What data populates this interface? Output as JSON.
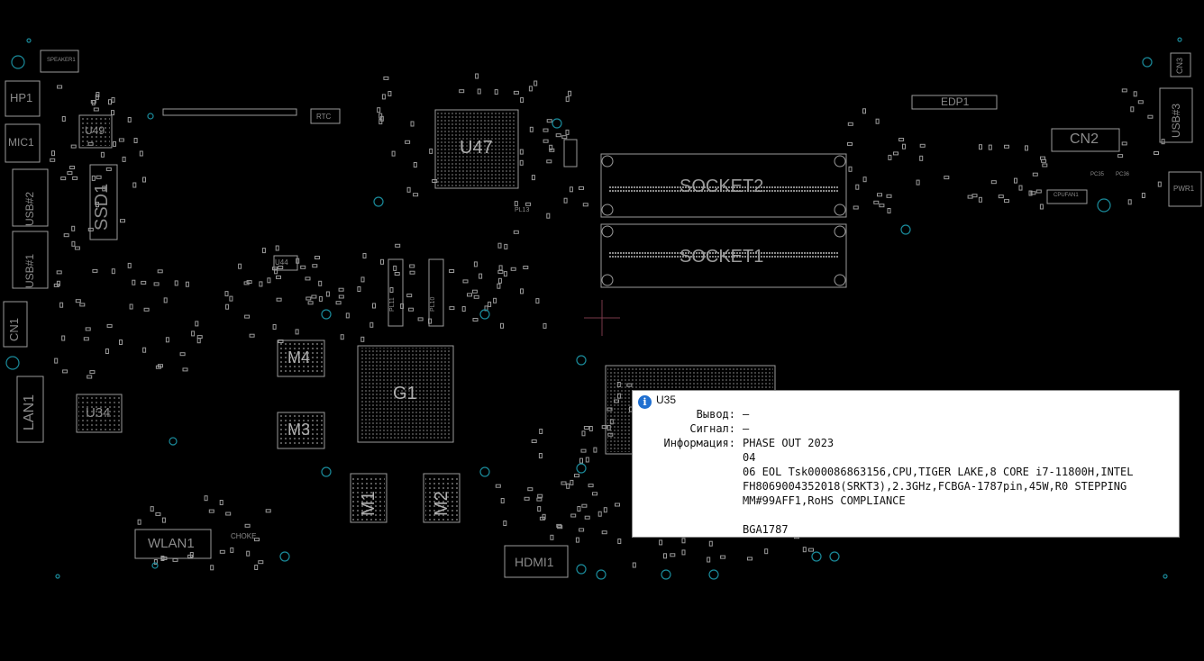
{
  "board": {
    "labels": {
      "speaker1": "SPEAKER1",
      "hp1": "HP1",
      "mic1": "MIC1",
      "u49": "U49",
      "usb2": "USB#2",
      "ssd1": "SSD1",
      "usb1": "USB#1",
      "cn1": "CN1",
      "lan1": "LAN1",
      "u34": "U34",
      "wlan1": "WLAN1",
      "choke": "CHOKE",
      "rtc": "RTC",
      "u47": "U47",
      "u44": "U44",
      "m4": "M4",
      "g1": "G1",
      "m3": "M3",
      "m1": "M1",
      "m2": "M2",
      "hdmi1": "HDMI1",
      "socket2": "SOCKET2",
      "socket1": "SOCKET1",
      "edp1": "EDP1",
      "cn2": "CN2",
      "cn3": "CN3",
      "usb3": "USB#3",
      "pwr1": "PWR1",
      "cpufan1": "CPUFAN1",
      "pl13": "PL13",
      "pl11": "PL11",
      "pl10": "PL10",
      "pc35": "PC35",
      "pc36": "PC36"
    }
  },
  "tooltip": {
    "title": "U35",
    "pin_label": "Вывод:",
    "pin_value": "—",
    "signal_label": "Сигнал:",
    "signal_value": "—",
    "info_label": "Информация:",
    "info_lines": [
      "PHASE OUT 2023",
      "04",
      "06 EOL Tsk000086863156,CPU,TIGER LAKE,8 CORE i7-11800H,INTEL",
      "FH8069004352018(SRKT3),2.3GHz,FCBGA-1787pin,45W,R0 STEPPING",
      "MM#99AFF1,RoHS COMPLIANCE",
      "",
      "BGA1787"
    ]
  }
}
